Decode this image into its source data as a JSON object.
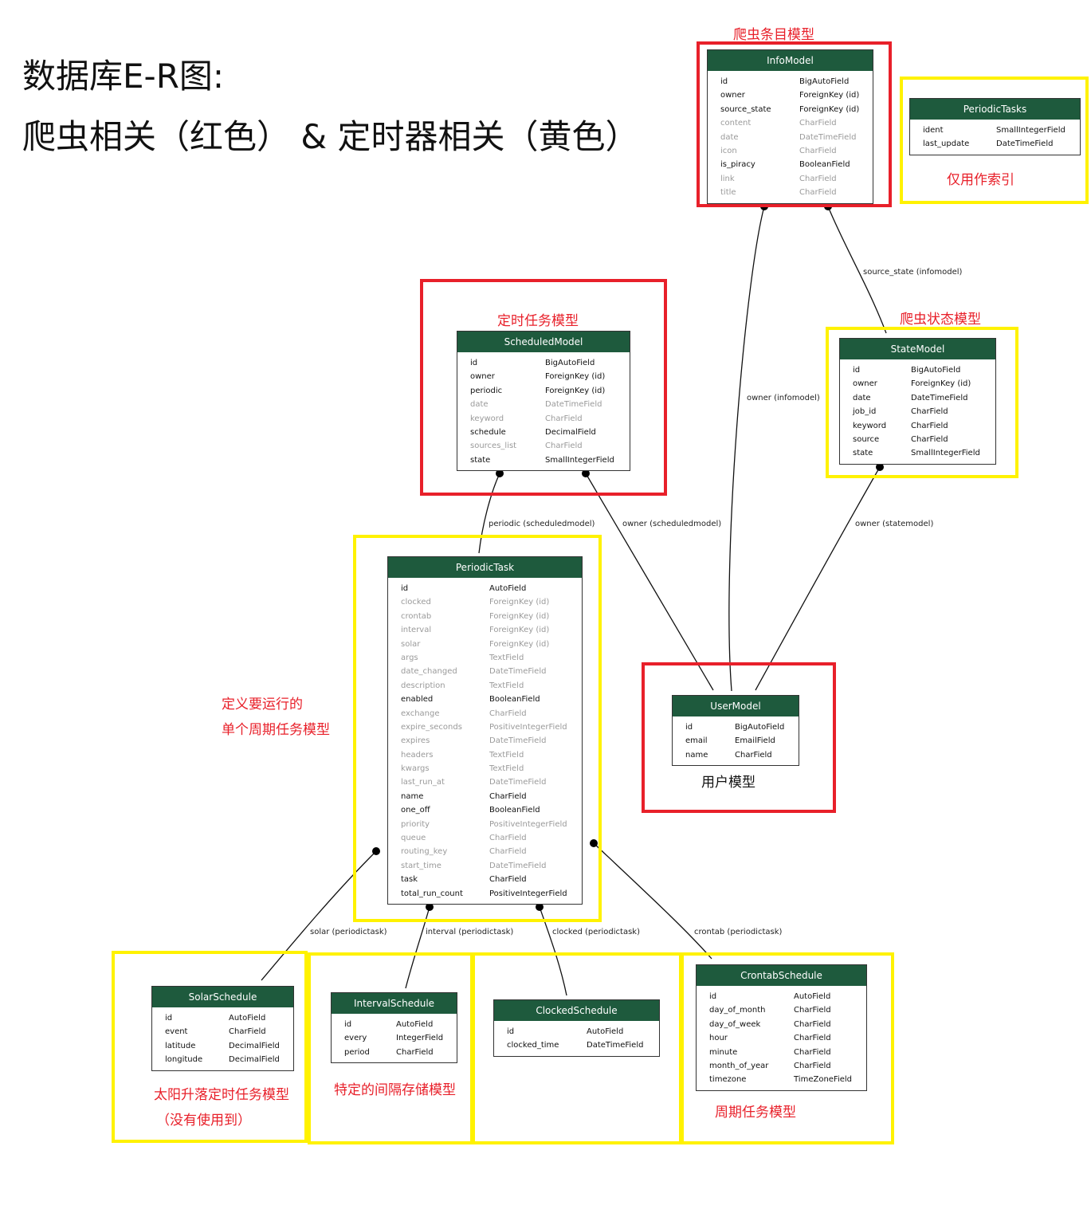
{
  "title": {
    "line1": "数据库E-R图:",
    "line2": "爬虫相关（红色） & 定时器相关（黄色）"
  },
  "colors": {
    "red": "#e8202a",
    "yellow": "#fff200",
    "header": "#1e5a3d"
  },
  "notes": {
    "info": "爬虫条目模型",
    "periodic_tasks": "仅用作索引",
    "scheduled": "定时任务模型",
    "state": "爬虫状态模型",
    "periodic_task_1": "定义要运行的",
    "periodic_task_2": "单个周期任务模型",
    "user": "用户模型",
    "solar_1": "太阳升落定时任务模型",
    "solar_2": "（没有使用到）",
    "interval": "特定的间隔存储模型",
    "crontab": "周期任务模型"
  },
  "entities": {
    "info": {
      "name": "InfoModel",
      "fields": [
        {
          "n": "id",
          "t": "BigAutoField",
          "muted": false
        },
        {
          "n": "owner",
          "t": "ForeignKey (id)",
          "muted": false
        },
        {
          "n": "source_state",
          "t": "ForeignKey (id)",
          "muted": false
        },
        {
          "n": "content",
          "t": "CharField",
          "muted": true
        },
        {
          "n": "date",
          "t": "DateTimeField",
          "muted": true
        },
        {
          "n": "icon",
          "t": "CharField",
          "muted": true
        },
        {
          "n": "is_piracy",
          "t": "BooleanField",
          "muted": false
        },
        {
          "n": "link",
          "t": "CharField",
          "muted": true
        },
        {
          "n": "title",
          "t": "CharField",
          "muted": true
        }
      ]
    },
    "periodic_tasks": {
      "name": "PeriodicTasks",
      "fields": [
        {
          "n": "ident",
          "t": "SmallIntegerField",
          "muted": false
        },
        {
          "n": "last_update",
          "t": "DateTimeField",
          "muted": false
        }
      ]
    },
    "scheduled": {
      "name": "ScheduledModel",
      "fields": [
        {
          "n": "id",
          "t": "BigAutoField",
          "muted": false
        },
        {
          "n": "owner",
          "t": "ForeignKey (id)",
          "muted": false
        },
        {
          "n": "periodic",
          "t": "ForeignKey (id)",
          "muted": false
        },
        {
          "n": "date",
          "t": "DateTimeField",
          "muted": true
        },
        {
          "n": "keyword",
          "t": "CharField",
          "muted": true
        },
        {
          "n": "schedule",
          "t": "DecimalField",
          "muted": false
        },
        {
          "n": "sources_list",
          "t": "CharField",
          "muted": true
        },
        {
          "n": "state",
          "t": "SmallIntegerField",
          "muted": false
        }
      ]
    },
    "state": {
      "name": "StateModel",
      "fields": [
        {
          "n": "id",
          "t": "BigAutoField",
          "muted": false
        },
        {
          "n": "owner",
          "t": "ForeignKey (id)",
          "muted": false
        },
        {
          "n": "date",
          "t": "DateTimeField",
          "muted": false
        },
        {
          "n": "job_id",
          "t": "CharField",
          "muted": false
        },
        {
          "n": "keyword",
          "t": "CharField",
          "muted": false
        },
        {
          "n": "source",
          "t": "CharField",
          "muted": false
        },
        {
          "n": "state",
          "t": "SmallIntegerField",
          "muted": false
        }
      ]
    },
    "periodic_task": {
      "name": "PeriodicTask",
      "fields": [
        {
          "n": "id",
          "t": "AutoField",
          "muted": false
        },
        {
          "n": "clocked",
          "t": "ForeignKey (id)",
          "muted": true
        },
        {
          "n": "crontab",
          "t": "ForeignKey (id)",
          "muted": true
        },
        {
          "n": "interval",
          "t": "ForeignKey (id)",
          "muted": true
        },
        {
          "n": "solar",
          "t": "ForeignKey (id)",
          "muted": true
        },
        {
          "n": "args",
          "t": "TextField",
          "muted": true
        },
        {
          "n": "date_changed",
          "t": "DateTimeField",
          "muted": true
        },
        {
          "n": "description",
          "t": "TextField",
          "muted": true
        },
        {
          "n": "enabled",
          "t": "BooleanField",
          "muted": false
        },
        {
          "n": "exchange",
          "t": "CharField",
          "muted": true
        },
        {
          "n": "expire_seconds",
          "t": "PositiveIntegerField",
          "muted": true
        },
        {
          "n": "expires",
          "t": "DateTimeField",
          "muted": true
        },
        {
          "n": "headers",
          "t": "TextField",
          "muted": true
        },
        {
          "n": "kwargs",
          "t": "TextField",
          "muted": true
        },
        {
          "n": "last_run_at",
          "t": "DateTimeField",
          "muted": true
        },
        {
          "n": "name",
          "t": "CharField",
          "muted": false
        },
        {
          "n": "one_off",
          "t": "BooleanField",
          "muted": false
        },
        {
          "n": "priority",
          "t": "PositiveIntegerField",
          "muted": true
        },
        {
          "n": "queue",
          "t": "CharField",
          "muted": true
        },
        {
          "n": "routing_key",
          "t": "CharField",
          "muted": true
        },
        {
          "n": "start_time",
          "t": "DateTimeField",
          "muted": true
        },
        {
          "n": "task",
          "t": "CharField",
          "muted": false
        },
        {
          "n": "total_run_count",
          "t": "PositiveIntegerField",
          "muted": false
        }
      ]
    },
    "user": {
      "name": "UserModel",
      "fields": [
        {
          "n": "id",
          "t": "BigAutoField",
          "muted": false
        },
        {
          "n": "email",
          "t": "EmailField",
          "muted": false
        },
        {
          "n": "name",
          "t": "CharField",
          "muted": false
        }
      ]
    },
    "solar": {
      "name": "SolarSchedule",
      "fields": [
        {
          "n": "id",
          "t": "AutoField",
          "muted": false
        },
        {
          "n": "event",
          "t": "CharField",
          "muted": false
        },
        {
          "n": "latitude",
          "t": "DecimalField",
          "muted": false
        },
        {
          "n": "longitude",
          "t": "DecimalField",
          "muted": false
        }
      ]
    },
    "interval": {
      "name": "IntervalSchedule",
      "fields": [
        {
          "n": "id",
          "t": "AutoField",
          "muted": false
        },
        {
          "n": "every",
          "t": "IntegerField",
          "muted": false
        },
        {
          "n": "period",
          "t": "CharField",
          "muted": false
        }
      ]
    },
    "clocked": {
      "name": "ClockedSchedule",
      "fields": [
        {
          "n": "id",
          "t": "AutoField",
          "muted": false
        },
        {
          "n": "clocked_time",
          "t": "DateTimeField",
          "muted": false
        }
      ]
    },
    "crontab": {
      "name": "CrontabSchedule",
      "fields": [
        {
          "n": "id",
          "t": "AutoField",
          "muted": false
        },
        {
          "n": "day_of_month",
          "t": "CharField",
          "muted": false
        },
        {
          "n": "day_of_week",
          "t": "CharField",
          "muted": false
        },
        {
          "n": "hour",
          "t": "CharField",
          "muted": false
        },
        {
          "n": "minute",
          "t": "CharField",
          "muted": false
        },
        {
          "n": "month_of_year",
          "t": "CharField",
          "muted": false
        },
        {
          "n": "timezone",
          "t": "TimeZoneField",
          "muted": false
        }
      ]
    }
  },
  "relations": [
    {
      "id": "info_user",
      "label": "owner (infomodel)"
    },
    {
      "id": "info_state",
      "label": "source_state (infomodel)"
    },
    {
      "id": "sched_periodic",
      "label": "periodic (scheduledmodel)"
    },
    {
      "id": "sched_user",
      "label": "owner (scheduledmodel)"
    },
    {
      "id": "state_user",
      "label": "owner (statemodel)"
    },
    {
      "id": "pt_solar",
      "label": "solar (periodictask)"
    },
    {
      "id": "pt_interval",
      "label": "interval (periodictask)"
    },
    {
      "id": "pt_clocked",
      "label": "clocked (periodictask)"
    },
    {
      "id": "pt_crontab",
      "label": "crontab (periodictask)"
    }
  ]
}
